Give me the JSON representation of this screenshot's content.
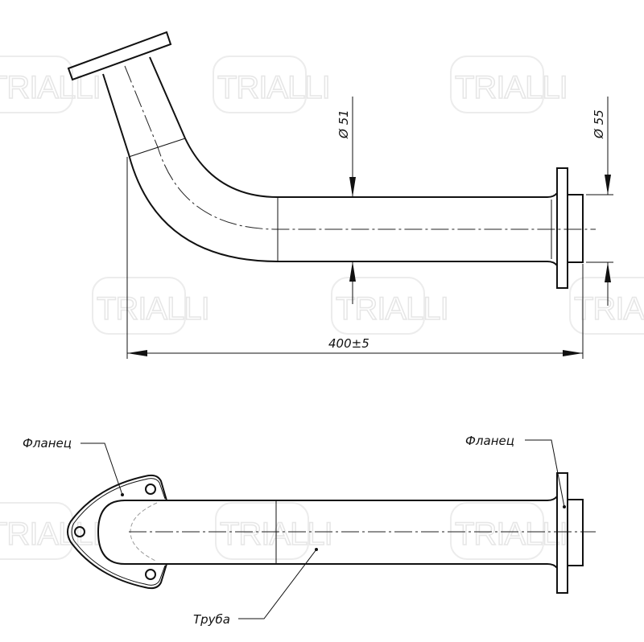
{
  "watermark": "TRIALLI",
  "top_view": {
    "dim_pipe_diameter": "Ø 51",
    "dim_flange_diameter": "Ø 55",
    "dim_length": "400±5"
  },
  "bottom_view": {
    "label_flange_left": "Фланец",
    "label_flange_right": "Фланец",
    "label_pipe": "Труба"
  }
}
